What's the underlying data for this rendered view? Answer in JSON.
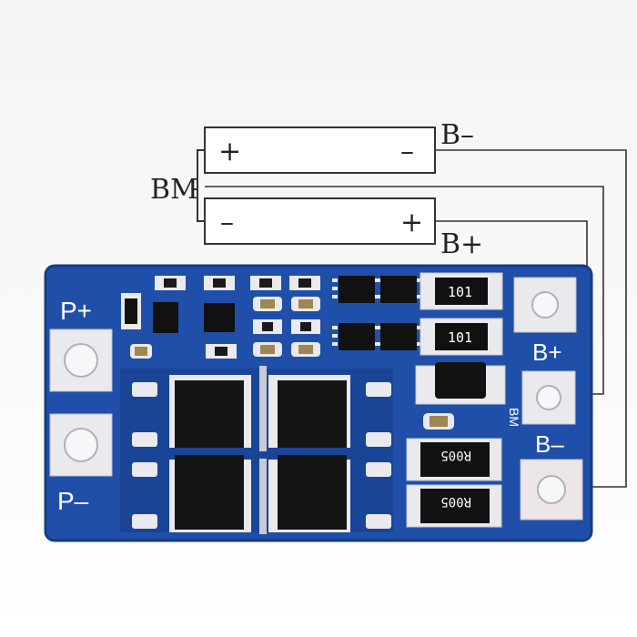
{
  "diagram": {
    "cell_top": {
      "left_sign": "+",
      "right_sign": "–"
    },
    "cell_bottom": {
      "left_sign": "–",
      "right_sign": "+"
    },
    "label_bm": "BM",
    "label_b_minus": "B–",
    "label_b_plus": "B+"
  },
  "board": {
    "pad_p_plus_label": "P+",
    "pad_p_minus_label": "P–",
    "pad_b_plus_label": "B+",
    "pad_b_minus_label": "B–",
    "silk_bm": "BM",
    "resistor_top_code": "101",
    "resistor_mid_code": "101",
    "shunt_top_code": "R005",
    "shunt_bottom_code": "R005",
    "colors": {
      "pcb": "#1f4fa8",
      "pcb_dark": "#173d86",
      "pad": "#e9e9ee",
      "mosfet": "#151515",
      "silkscreen": "#ffffff"
    }
  }
}
